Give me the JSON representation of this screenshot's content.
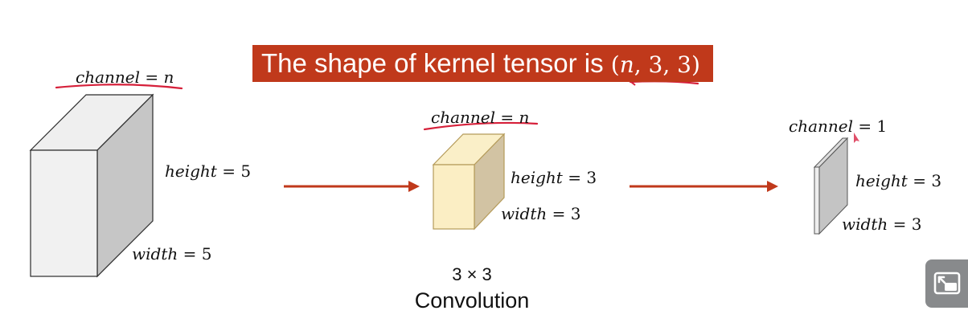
{
  "title": {
    "text": "The shape of kernel tensor is ",
    "math": {
      "open": "(",
      "var": "n",
      "rest": ", 3, 3)"
    }
  },
  "input_tensor": {
    "channel_label": {
      "var": "channel",
      "eq": " = ",
      "val": "n"
    },
    "height_label": {
      "var": "height",
      "eq": " = ",
      "val": "5"
    },
    "width_label": {
      "var": "width",
      "eq": " = ",
      "val": "5"
    }
  },
  "kernel_tensor": {
    "channel_label": {
      "var": "channel",
      "eq": " = ",
      "val": "n"
    },
    "height_label": {
      "var": "height",
      "eq": " = ",
      "val": "3"
    },
    "width_label": {
      "var": "width",
      "eq": " = ",
      "val": "3"
    }
  },
  "output_tensor": {
    "channel_label": {
      "var": "channel",
      "eq": " = ",
      "val": "1"
    },
    "height_label": {
      "var": "height",
      "eq": " = ",
      "val": "3"
    },
    "width_label": {
      "var": "width",
      "eq": " = ",
      "val": "3"
    }
  },
  "caption": {
    "size": "3 × 3",
    "operation": "Convolution"
  },
  "colors": {
    "banner": "#c0391b",
    "arrow": "#c0391b",
    "annotation_ink": "#d6203a",
    "input_front": "#f1f1f1",
    "input_top": "#efefef",
    "input_side": "#c6c6c6",
    "kernel_front": "#fbeec4",
    "kernel_top": "#faefc8",
    "kernel_side": "#d2c3a3",
    "kernel_stroke": "#b59b5a",
    "output_front": "#c4c4c4",
    "output_edge": "#eeeeee"
  },
  "icons": {
    "pip": "picture-in-picture-exit-icon"
  }
}
